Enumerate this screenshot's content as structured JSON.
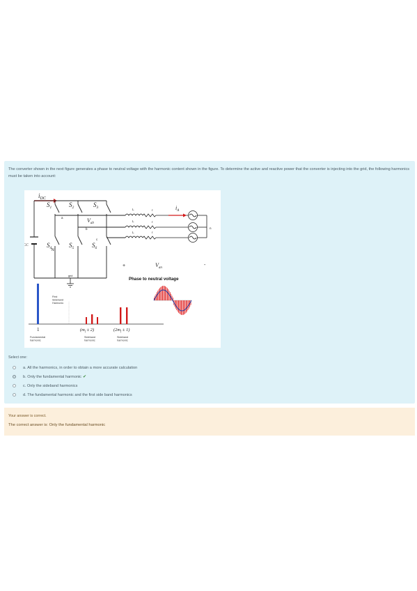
{
  "question": {
    "text": "The converter shown in the next figure generates a phase to neutral voltage with the harmonic content shown in the figure. To determine the active and reactive power that the converter is injecting into the grid, the following harmonics must be taken into account:"
  },
  "figure": {
    "circuit_labels": {
      "idc": "i",
      "idc_sub": "DC",
      "s1": "S",
      "s1_sub": "1",
      "s2": "S",
      "s2_sub": "2",
      "s3": "S",
      "s3_sub": "3",
      "s4": "S",
      "s4_sub": "4",
      "s5": "S",
      "s5_sub": "5",
      "s6": "S",
      "s6_sub": "6",
      "plus": "+",
      "minus": "-",
      "vcc": "V",
      "vcc_sub": "CC",
      "node_n": "N",
      "node_a": "a",
      "node_b": "b",
      "node_c": "c",
      "vab": "V",
      "vab_sub": "ab",
      "inductor": "L",
      "resistor": "r",
      "ia": "i",
      "ia_sub": "A",
      "grid_n": "n",
      "gnd": "gnd",
      "van_plus": "+",
      "van": "V",
      "van_sub": "an",
      "van_minus": "-"
    },
    "waveform_title": "Phase to neutral voltage",
    "spectrum": {
      "first_band_label": [
        "First",
        "Sideband",
        "Harmonic"
      ],
      "tick_1": "1",
      "tick_2": "(m",
      "tick_2_sub": "f",
      "tick_2_tail": " ± 2)",
      "tick_3": "(2m",
      "tick_3_sub": "f",
      "tick_3_tail": " ± 1)",
      "fundamental_label": [
        "Fundamental",
        "harmonic"
      ],
      "sideband_label_1": [
        "Sideband",
        "harmonic"
      ],
      "sideband_label_2": [
        "Sideband",
        "harmonic"
      ],
      "colors": {
        "fundamental": "#2a56c8",
        "sideband": "#d21a1a"
      }
    }
  },
  "select_label": "Select one:",
  "options": [
    {
      "letter": "a.",
      "text": "All the harmonics, in order to obtain a more accurate calculation",
      "checked": false,
      "correct_mark": ""
    },
    {
      "letter": "b.",
      "text": "Only the fundamental harmonic",
      "checked": true,
      "correct_mark": "✔"
    },
    {
      "letter": "c.",
      "text": "Only the sideband harmonics",
      "checked": false,
      "correct_mark": ""
    },
    {
      "letter": "d.",
      "text": "The fundamental harmonic and the first side band harmonics",
      "checked": false,
      "correct_mark": ""
    }
  ],
  "feedback": {
    "status": "Your answer is correct.",
    "correct_answer": "The correct answer is: Only the fundamental harmonic"
  }
}
